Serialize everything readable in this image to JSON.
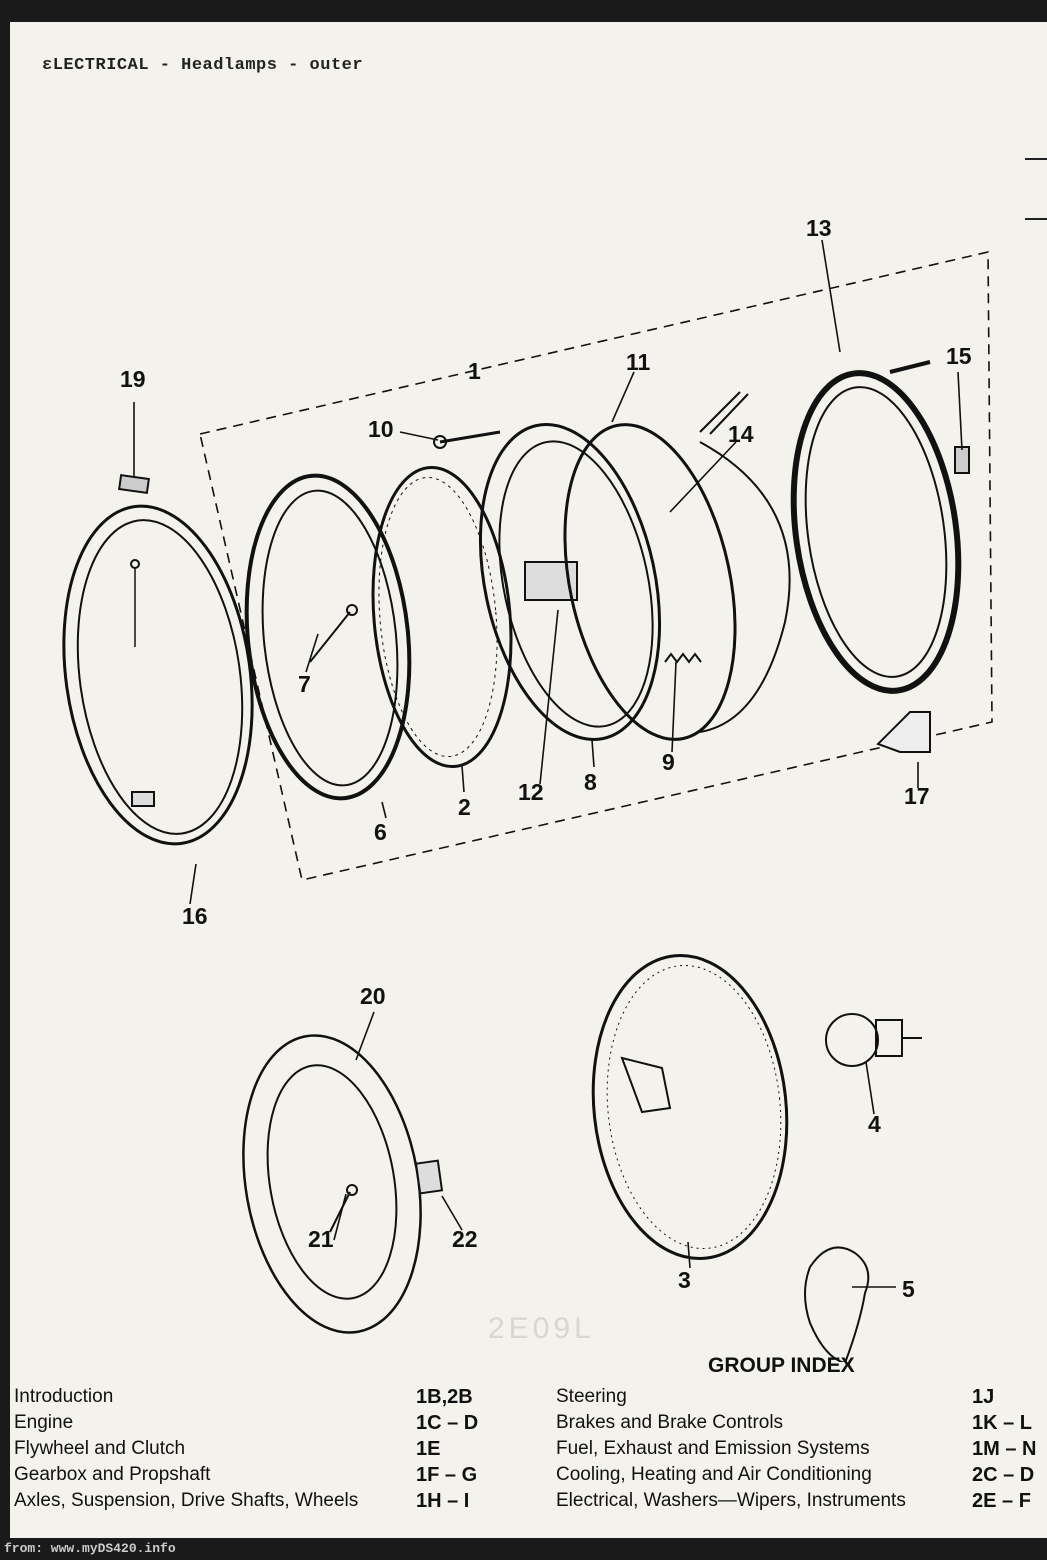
{
  "header": {
    "title": "ɛLECTRICAL - Headlamps - outer"
  },
  "callouts": [
    "1",
    "2",
    "3",
    "4",
    "5",
    "6",
    "7",
    "8",
    "9",
    "10",
    "11",
    "12",
    "13",
    "14",
    "15",
    "16",
    "17",
    "19",
    "20",
    "21",
    "22"
  ],
  "stamp": "2E09L",
  "group_index": {
    "title": "GROUP INDEX",
    "left": [
      {
        "name": "Introduction",
        "code": "1B,2B"
      },
      {
        "name": "Engine",
        "code": "1C – D"
      },
      {
        "name": "Flywheel and Clutch",
        "code": "1E"
      },
      {
        "name": "Gearbox and Propshaft",
        "code": "1F – G"
      },
      {
        "name": "Axles, Suspension, Drive Shafts, Wheels",
        "code": "1H – I"
      }
    ],
    "right": [
      {
        "name": "Steering",
        "code": "1J"
      },
      {
        "name": "Brakes and Brake Controls",
        "code": "1K – L"
      },
      {
        "name": "Fuel, Exhaust and Emission Systems",
        "code": "1M – N"
      },
      {
        "name": "Cooling, Heating and Air Conditioning",
        "code": "2C – D"
      },
      {
        "name": "Electrical, Washers—Wipers, Instruments",
        "code": "2E – F"
      }
    ]
  },
  "footer": {
    "source": "from: www.myDS420.info"
  }
}
